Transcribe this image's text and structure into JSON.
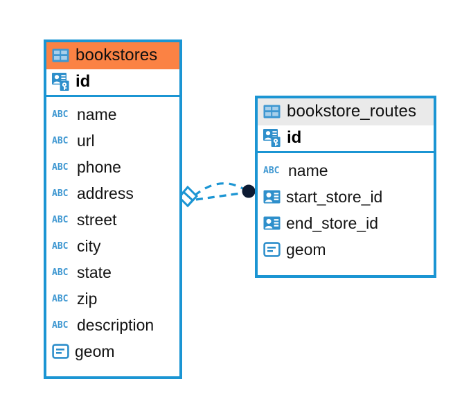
{
  "diagram": {
    "type": "entity-relationship-diagram",
    "background_color": "#FFFFFF",
    "accent_color": "#1B95D3",
    "selected_header_color": "#FB8244",
    "unselected_header_color": "#EAEAEA",
    "icon_color": "#3E97D1"
  },
  "entities": [
    {
      "name": "bookstores",
      "selected": true,
      "table_icon": "table-icon",
      "primary_key": {
        "label": "id",
        "icon": "primary-key-icon"
      },
      "fields": [
        {
          "label": "name",
          "icon": "abc-text-icon",
          "icon_label": "ABC"
        },
        {
          "label": "url",
          "icon": "abc-text-icon",
          "icon_label": "ABC"
        },
        {
          "label": "phone",
          "icon": "abc-text-icon",
          "icon_label": "ABC"
        },
        {
          "label": "address",
          "icon": "abc-text-icon",
          "icon_label": "ABC"
        },
        {
          "label": "street",
          "icon": "abc-text-icon",
          "icon_label": "ABC"
        },
        {
          "label": "city",
          "icon": "abc-text-icon",
          "icon_label": "ABC"
        },
        {
          "label": "state",
          "icon": "abc-text-icon",
          "icon_label": "ABC"
        },
        {
          "label": "zip",
          "icon": "abc-text-icon",
          "icon_label": "ABC"
        },
        {
          "label": "description",
          "icon": "abc-text-icon",
          "icon_label": "ABC"
        },
        {
          "label": "geom",
          "icon": "geometry-icon",
          "icon_label": ""
        }
      ]
    },
    {
      "name": "bookstore_routes",
      "selected": false,
      "table_icon": "table-icon",
      "primary_key": {
        "label": "id",
        "icon": "primary-key-icon"
      },
      "fields": [
        {
          "label": "name",
          "icon": "abc-text-icon",
          "icon_label": "ABC"
        },
        {
          "label": "start_store_id",
          "icon": "foreign-key-icon",
          "icon_label": ""
        },
        {
          "label": "end_store_id",
          "icon": "foreign-key-icon",
          "icon_label": ""
        },
        {
          "label": "geom",
          "icon": "geometry-icon",
          "icon_label": ""
        }
      ]
    }
  ],
  "relationship": {
    "style": "dashed",
    "color": "#1B95D3",
    "source_marker": "diamond-marker",
    "target_marker": "filled-circle-marker"
  }
}
